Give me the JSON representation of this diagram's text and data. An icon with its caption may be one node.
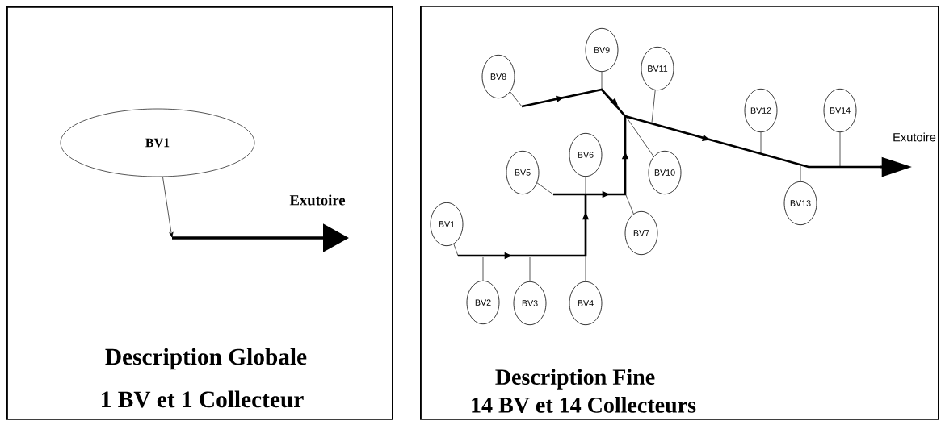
{
  "diagram": {
    "nodes": [
      {
        "text": [
          "Description Globale",
          "1 BV et 1 Collecteur"
        ]
      },
      {
        "text": [
          "BV1"
        ],
        "in": 0
      },
      {
        "text": [
          "Description Fine",
          "14 BV et 14 Collecteurs"
        ]
      },
      {
        "text": [
          "BV1"
        ],
        "in": 2
      },
      {
        "text": [
          "BV2"
        ],
        "in": 2
      },
      {
        "text": [
          "BV3"
        ],
        "in": 2
      },
      {
        "text": [
          "BV4"
        ],
        "in": 2
      },
      {
        "text": [
          "BV5"
        ],
        "in": 2
      },
      {
        "text": [
          "BV6"
        ],
        "in": 2
      },
      {
        "text": [
          "BV7"
        ],
        "in": 2
      },
      {
        "text": [
          "BV8"
        ],
        "in": 2
      },
      {
        "text": [
          "BV9"
        ],
        "in": 2
      },
      {
        "text": [
          "BV10"
        ],
        "in": 2
      },
      {
        "text": [
          "BV11"
        ],
        "in": 2
      },
      {
        "text": [
          "BV12"
        ],
        "in": 2
      },
      {
        "text": [
          "BV13"
        ],
        "in": 2
      },
      {
        "text": [
          "BV14"
        ],
        "in": 2
      }
    ],
    "edges": [
      {
        "from": 1,
        "to": null,
        "arrow": "to"
      },
      {
        "from": 3,
        "to": null,
        "arrow": "none"
      },
      {
        "from": 4,
        "to": null,
        "arrow": "none"
      },
      {
        "from": 5,
        "to": null,
        "arrow": "none"
      },
      {
        "from": 6,
        "to": null,
        "arrow": "none"
      },
      {
        "from": 7,
        "to": null,
        "arrow": "none"
      },
      {
        "from": 8,
        "to": null,
        "arrow": "none"
      },
      {
        "from": 9,
        "to": null,
        "arrow": "none"
      },
      {
        "from": 10,
        "to": null,
        "arrow": "none"
      },
      {
        "from": 11,
        "to": null,
        "arrow": "none"
      },
      {
        "from": 12,
        "to": null,
        "arrow": "none"
      },
      {
        "from": 13,
        "to": null,
        "arrow": "none"
      },
      {
        "from": 14,
        "to": null,
        "arrow": "none"
      },
      {
        "from": 15,
        "to": null,
        "arrow": "none"
      },
      {
        "from": 16,
        "to": null,
        "arrow": "none"
      }
    ],
    "labels": [
      "Exutoire",
      "Exutoire"
    ]
  }
}
